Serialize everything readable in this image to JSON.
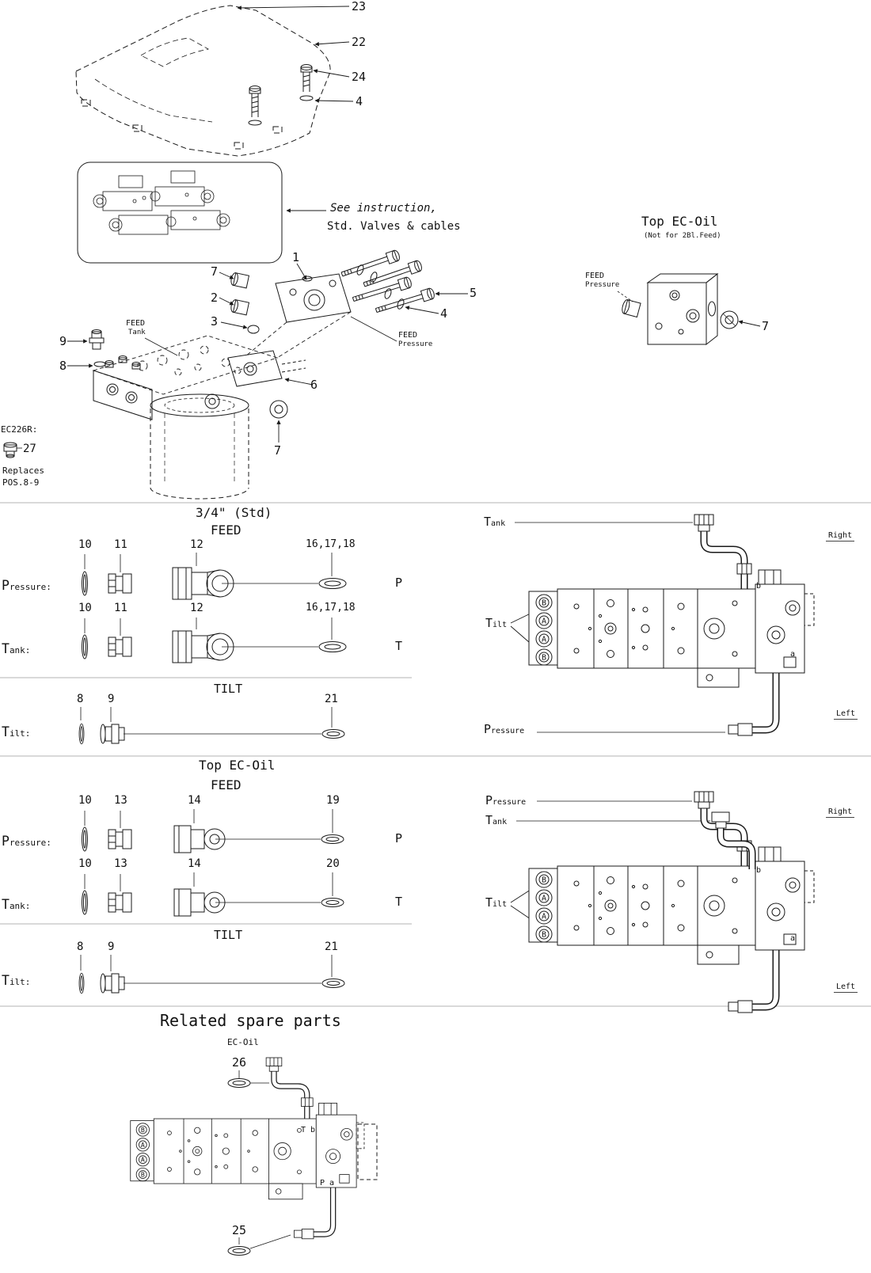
{
  "page": {
    "background": "#ffffff",
    "ink": "#1a1a1a"
  },
  "top": {
    "callout_23": "23",
    "callout_22": "22",
    "callout_24": "24",
    "callout_4_cover": "4",
    "instruction_line1": "See instruction,",
    "instruction_line2": "Std. Valves & cables",
    "ecoil_unit": {
      "title": "Top EC-Oil",
      "subtitle": "(Not for 2Bl.Feed)",
      "feed": "FEED",
      "pressure": "Pressure",
      "callout_7": "7"
    },
    "main": {
      "callout_1": "1",
      "callout_7_plug": "7",
      "callout_2": "2",
      "callout_3": "3",
      "callout_5": "5",
      "callout_4": "4",
      "callout_9": "9",
      "callout_8": "8",
      "callout_6": "6",
      "callout_7_bottom": "7",
      "feed_tank_line1": "FEED",
      "feed_tank_line2": "Tank",
      "feed_pressure_line1": "FEED",
      "feed_pressure_line2": "Pressure"
    },
    "ec226r": {
      "label": "EC226R:",
      "callout_27": "27",
      "note1": "Replaces",
      "note2": "POS.8-9"
    }
  },
  "std": {
    "title": "3/4\" (Std)",
    "feed_title": "FEED",
    "pressure_row": {
      "label": "Pressure:",
      "c1": "10",
      "c2": "11",
      "c3": "12",
      "c4": "16,17,18",
      "port": "P"
    },
    "tank_row": {
      "label": "Tank:",
      "c1": "10",
      "c2": "11",
      "c3": "12",
      "c4": "16,17,18",
      "port": "T"
    },
    "tilt_title": "TILT",
    "tilt_row": {
      "label": "Tilt:",
      "c1": "8",
      "c2": "9",
      "c3": "21"
    },
    "diagram": {
      "tank": "Tank",
      "tilt": "Tilt",
      "pressure": "Pressure",
      "right": "Right",
      "left": "Left",
      "port_b": "b",
      "port_a": "a"
    }
  },
  "ecoil": {
    "title": "Top EC-Oil",
    "feed_title": "FEED",
    "pressure_row": {
      "label": "Pressure:",
      "c1": "10",
      "c2": "13",
      "c3": "14",
      "c4": "19",
      "port": "P"
    },
    "tank_row": {
      "label": "Tank:",
      "c1": "10",
      "c2": "13",
      "c3": "14",
      "c4": "20",
      "port": "T"
    },
    "tilt_title": "TILT",
    "tilt_row": {
      "label": "Tilt:",
      "c1": "8",
      "c2": "9",
      "c3": "21"
    },
    "diagram": {
      "pressure": "Pressure",
      "tank": "Tank",
      "tilt": "Tilt",
      "right": "Right",
      "left": "Left",
      "port_b": "b",
      "port_a": "a"
    }
  },
  "spare": {
    "title": "Related spare parts",
    "subtitle": "EC-Oil",
    "callout_26": "26",
    "callout_25": "25",
    "port_tb": "T b",
    "port_pa": "P a"
  },
  "assembly_ports": [
    "B",
    "A",
    "A",
    "B"
  ]
}
